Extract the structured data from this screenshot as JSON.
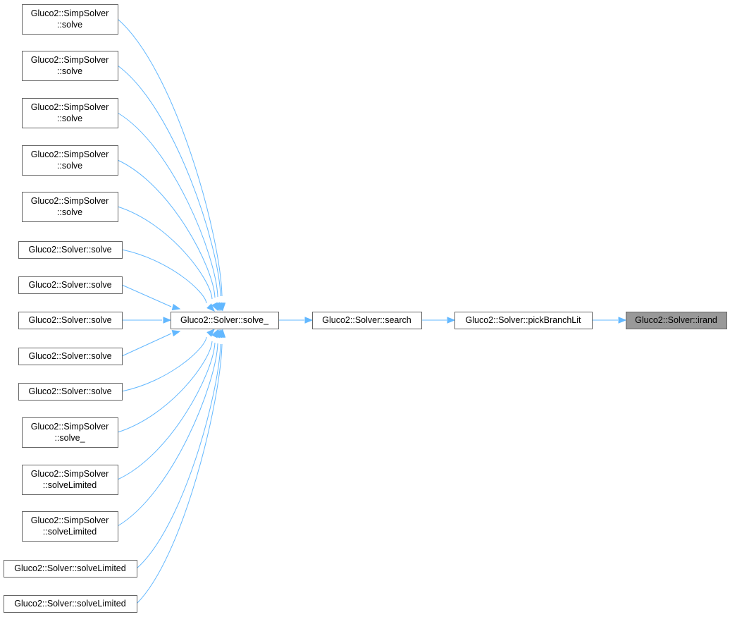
{
  "title": "Gluco2::Solver::irand caller graph",
  "colors": {
    "edge": "#63b8ff",
    "node_border": "#666666",
    "node_fill": "#ffffff",
    "focus_fill": "#999999"
  },
  "nodes": [
    {
      "id": "n1",
      "lines": [
        "Gluco2::SimpSolver",
        "::solve"
      ],
      "interactable": true
    },
    {
      "id": "n2",
      "lines": [
        "Gluco2::SimpSolver",
        "::solve"
      ],
      "interactable": true
    },
    {
      "id": "n3",
      "lines": [
        "Gluco2::SimpSolver",
        "::solve"
      ],
      "interactable": true
    },
    {
      "id": "n4",
      "lines": [
        "Gluco2::SimpSolver",
        "::solve"
      ],
      "interactable": true
    },
    {
      "id": "n5",
      "lines": [
        "Gluco2::SimpSolver",
        "::solve"
      ],
      "interactable": true
    },
    {
      "id": "n6",
      "lines": [
        "Gluco2::Solver::solve"
      ],
      "interactable": true
    },
    {
      "id": "n7",
      "lines": [
        "Gluco2::Solver::solve"
      ],
      "interactable": true
    },
    {
      "id": "n8",
      "lines": [
        "Gluco2::Solver::solve"
      ],
      "interactable": true
    },
    {
      "id": "n9",
      "lines": [
        "Gluco2::Solver::solve"
      ],
      "interactable": true
    },
    {
      "id": "n10",
      "lines": [
        "Gluco2::Solver::solve"
      ],
      "interactable": true
    },
    {
      "id": "n11",
      "lines": [
        "Gluco2::SimpSolver",
        "::solve_"
      ],
      "interactable": true
    },
    {
      "id": "n12",
      "lines": [
        "Gluco2::SimpSolver",
        "::solveLimited"
      ],
      "interactable": true
    },
    {
      "id": "n13",
      "lines": [
        "Gluco2::SimpSolver",
        "::solveLimited"
      ],
      "interactable": true
    },
    {
      "id": "n14",
      "lines": [
        "Gluco2::Solver::solveLimited"
      ],
      "interactable": true
    },
    {
      "id": "n15",
      "lines": [
        "Gluco2::Solver::solveLimited"
      ],
      "interactable": true
    },
    {
      "id": "solve_",
      "lines": [
        "Gluco2::Solver::solve_"
      ],
      "interactable": true
    },
    {
      "id": "search",
      "lines": [
        "Gluco2::Solver::search"
      ],
      "interactable": true
    },
    {
      "id": "pick",
      "lines": [
        "Gluco2::Solver::pickBranchLit"
      ],
      "interactable": true
    },
    {
      "id": "irand",
      "lines": [
        "Gluco2::Solver::irand"
      ],
      "interactable": false,
      "focus": true
    }
  ],
  "edges": [
    {
      "from": "n1",
      "to": "solve_"
    },
    {
      "from": "n2",
      "to": "solve_"
    },
    {
      "from": "n3",
      "to": "solve_"
    },
    {
      "from": "n4",
      "to": "solve_"
    },
    {
      "from": "n5",
      "to": "solve_"
    },
    {
      "from": "n6",
      "to": "solve_"
    },
    {
      "from": "n7",
      "to": "solve_"
    },
    {
      "from": "n8",
      "to": "solve_"
    },
    {
      "from": "n9",
      "to": "solve_"
    },
    {
      "from": "n10",
      "to": "solve_"
    },
    {
      "from": "n11",
      "to": "solve_"
    },
    {
      "from": "n12",
      "to": "solve_"
    },
    {
      "from": "n13",
      "to": "solve_"
    },
    {
      "from": "n14",
      "to": "solve_"
    },
    {
      "from": "n15",
      "to": "solve_"
    },
    {
      "from": "solve_",
      "to": "search"
    },
    {
      "from": "search",
      "to": "pick"
    },
    {
      "from": "pick",
      "to": "irand"
    }
  ]
}
